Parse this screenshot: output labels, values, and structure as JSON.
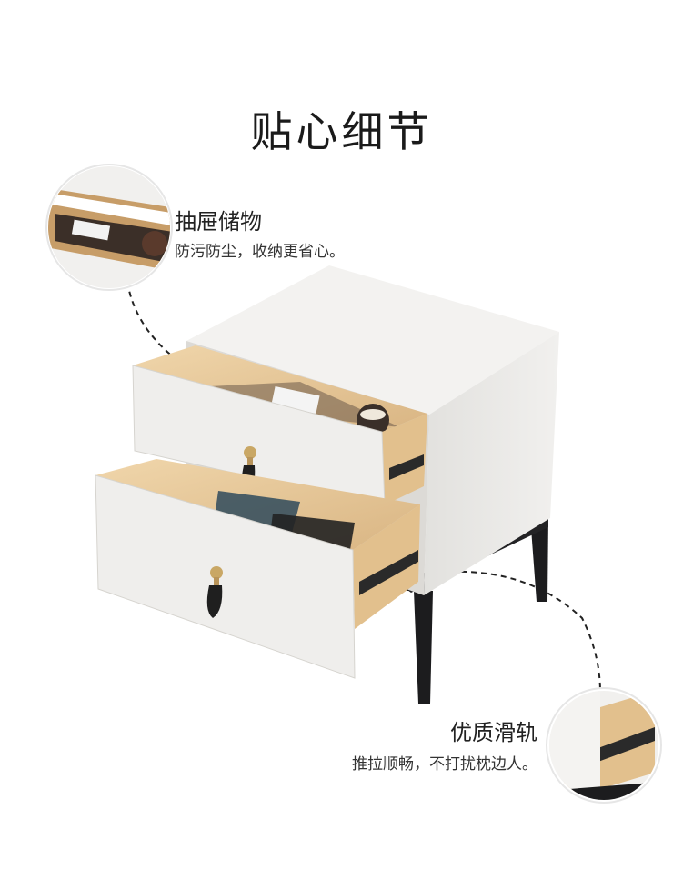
{
  "title": "贴心细节",
  "callouts": [
    {
      "title": "抽屉储物",
      "text": "防污防尘，收纳更省心。"
    },
    {
      "title": "优质滑轨",
      "text": "推拉顺畅，不打扰枕边人。"
    }
  ],
  "colors": {
    "cabinet_white": "#ececea",
    "wood": "#e8c99a",
    "legs": "#1c1c1e",
    "handle_gold": "#c9a765",
    "handle_strap": "#1f1f1f"
  }
}
